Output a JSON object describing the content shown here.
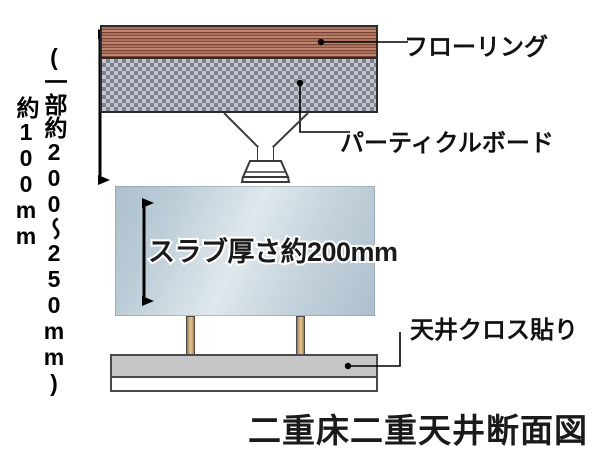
{
  "diagram": {
    "title": "二重床二重天井断面図",
    "dimension_vertical": {
      "main": "約100mm",
      "sub": "(一部約200〜250mm)"
    },
    "slab_text": "スラブ厚さ約200mm",
    "labels": {
      "flooring": "フローリング",
      "particleboard": "パーティクルボード",
      "ceiling": "天井クロス貼り"
    },
    "colors": {
      "flooring_wood": "#a9705c",
      "flooring_wood_dark": "#7c4231",
      "particleboard_gray": "#b9bac2",
      "particleboard_dot": "#7e8494",
      "slab_light": "#dfe8ec",
      "slab_dark": "#adc0cd",
      "hanger_wood": "#d6b27a",
      "ceiling_board": "#c6c6c6",
      "ceiling_cloth": "#ffffff",
      "outline": "#2b2b2b",
      "text": "#111111"
    },
    "icons": {
      "dimension_arrow_left": "double-arrow-vertical-icon",
      "dimension_arrow_slab": "double-arrow-vertical-icon",
      "leader_flooring": "leader-line-icon",
      "leader_particleboard": "leader-line-icon",
      "leader_ceiling": "leader-line-icon",
      "pedestal": "floor-support-pedestal-icon"
    }
  }
}
